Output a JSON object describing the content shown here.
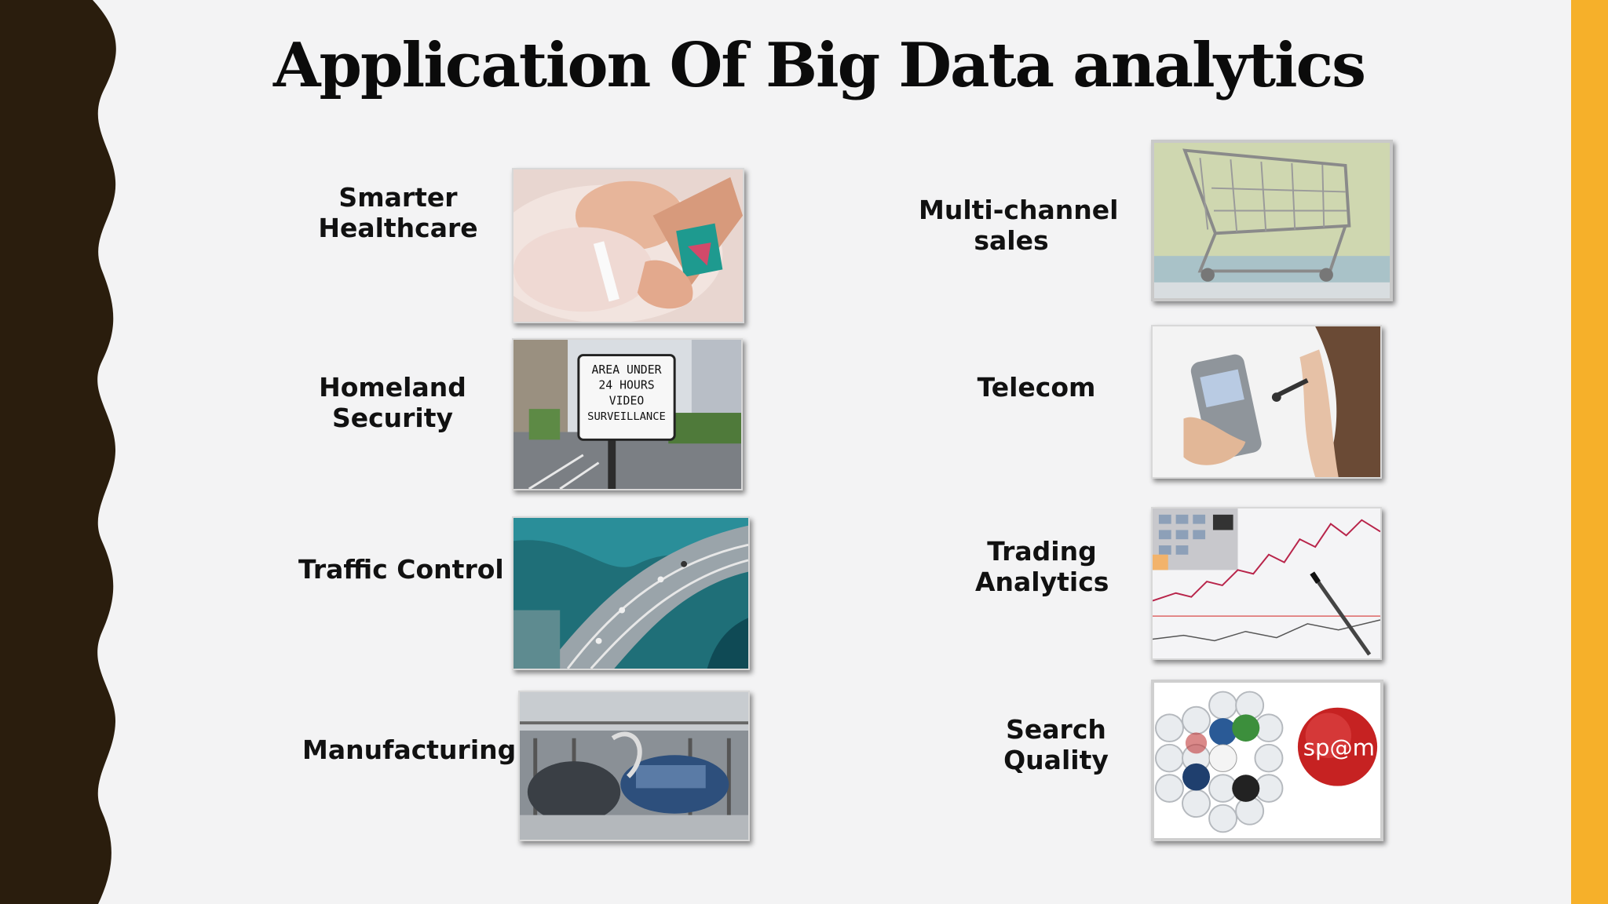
{
  "slide": {
    "title": "Application Of Big Data analytics",
    "colors": {
      "left_border": "#2a1d0d",
      "right_bar": "#f6b02a",
      "background": "#f3f3f4"
    }
  },
  "applications": {
    "healthcare": {
      "line1": "Smarter",
      "line2": "Healthcare",
      "image": "infant-photo"
    },
    "homeland": {
      "line1": "Homeland",
      "line2": "Security",
      "image": "surveillance-sign-photo",
      "sign_text": [
        "AREA UNDER",
        "24 HOURS",
        "VIDEO",
        "SURVEILLANCE"
      ]
    },
    "traffic": {
      "line1": "Traffic Control",
      "image": "highway-aerial-photo"
    },
    "manufacturing": {
      "line1": "Manufacturing",
      "image": "car-factory-photo"
    },
    "multichannel": {
      "line1": "Multi-channel",
      "line2": "sales",
      "image": "shopping-cart-photo"
    },
    "telecom": {
      "line1": "Telecom",
      "image": "phone-headset-photo"
    },
    "trading": {
      "line1": "Trading",
      "line2": "Analytics",
      "image": "stock-chart-photo"
    },
    "search": {
      "line1": "Search",
      "line2": "Quality",
      "image": "search-engines-spam-photo",
      "badge_text": "sp@m"
    }
  }
}
